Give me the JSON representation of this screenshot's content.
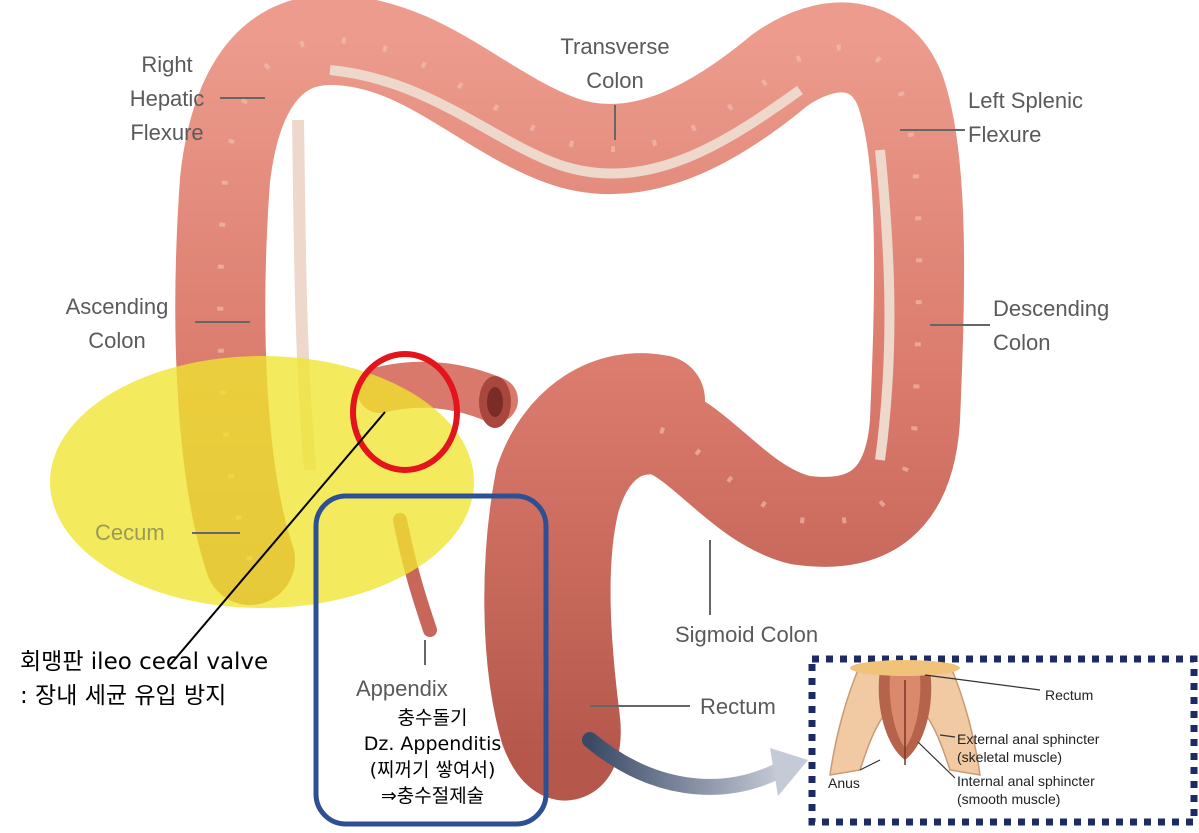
{
  "labels": {
    "right_hepatic_flexure": [
      "Right",
      "Hepatic",
      "Flexure"
    ],
    "transverse_colon": [
      "Transverse",
      "Colon"
    ],
    "left_splenic_flexure": [
      "Left Splenic",
      "Flexure"
    ],
    "ascending_colon": [
      "Ascending",
      "Colon"
    ],
    "descending_colon": [
      "Descending",
      "Colon"
    ],
    "cecum": "Cecum",
    "sigmoid_colon": "Sigmoid Colon",
    "appendix": "Appendix",
    "rectum": "Rectum"
  },
  "annotations": {
    "valve_line1": "회맹판 ileo cecal valve",
    "valve_line2": ": 장내 세균 유입 방지",
    "appendix_notes": [
      "충수돌기",
      "Dz. Appenditis",
      "(찌꺼기 쌓여서)",
      "⇒충수절제술"
    ]
  },
  "inset": {
    "rectum": "Rectum",
    "external_sphincter": [
      "External anal sphincter",
      "(skeletal muscle)"
    ],
    "internal_sphincter": [
      "Internal anal sphincter",
      "(smooth muscle)"
    ],
    "anus": "Anus"
  },
  "colors": {
    "colon_body": "#d9796b",
    "colon_dark": "#a9473f",
    "highlight_yellow": "#f0e62f",
    "circle_red": "#e3141b",
    "box_blue": "#2e4f93",
    "inset_border": "#1c2a66"
  }
}
